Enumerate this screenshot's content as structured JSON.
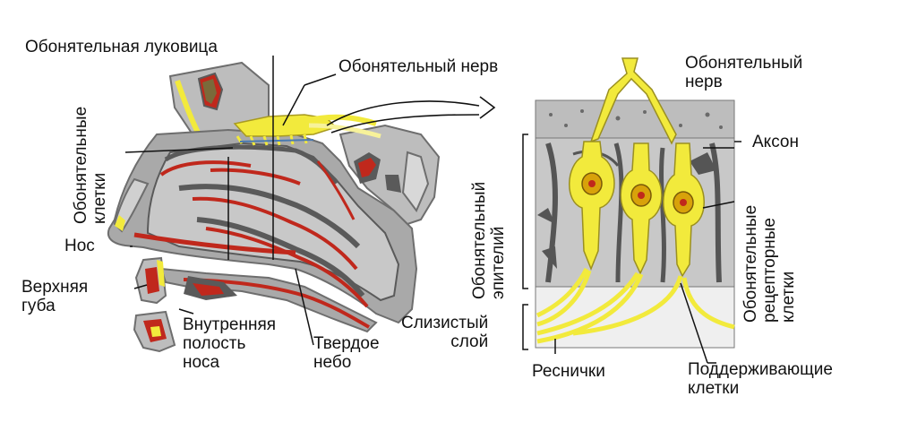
{
  "labels": {
    "olfactory_bulb": "Обонятельная луковица",
    "olfactory_nerve_left": "Обонятельный нерв",
    "olfactory_nerve_right": "Обонятельный\nнерв",
    "olfactory_cells": "Обонятельные\nклетки",
    "nose": "Нос",
    "upper_lip": "Верхняя\nгуба",
    "nasal_cavity": "Внутренняя\nполость\nноса",
    "hard_palate": "Твердое\nнебо",
    "olfactory_epithelium": "Обонятельный\nэпителий",
    "mucous_layer": "Слизистый\nслой",
    "cilia": "Реснички",
    "axon": "Аксон",
    "receptor_cells": "Обонятельные\nрецепторные\nклетки",
    "supporting_cells": "Поддерживающие\nклетки"
  },
  "colors": {
    "bone_gray": "#a9a9a9",
    "tissue_gray": "#c8c8c8",
    "nerve_yellow": "#f2ea3c",
    "blood_red": "#c0281c",
    "dark_gray": "#5a5a5a",
    "light_yellow": "#f7f29a"
  }
}
